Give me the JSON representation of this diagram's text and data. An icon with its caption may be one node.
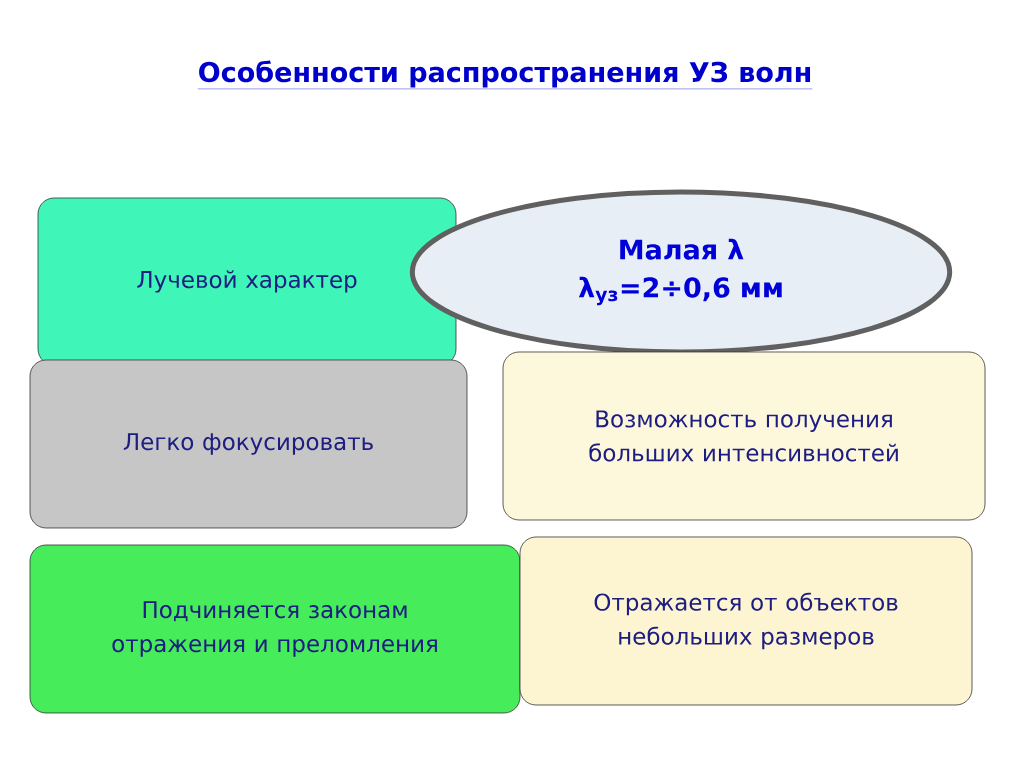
{
  "diagram": {
    "title": "Особенности распространения УЗ волн",
    "nodes": [
      {
        "text": [
          "Лучевой характер"
        ]
      },
      {
        "text": [
          "Малая λ",
          "λ$_{уз}$=2÷0,6 мм"
        ]
      },
      {
        "text": [
          "Легко фокусировать"
        ]
      },
      {
        "text": [
          "Возможность получения больших интенсивностей"
        ]
      },
      {
        "text": [
          "Подчиняется законам отражения и преломления"
        ]
      },
      {
        "text": [
          "Отражается от объектов небольших размеров"
        ]
      }
    ]
  }
}
